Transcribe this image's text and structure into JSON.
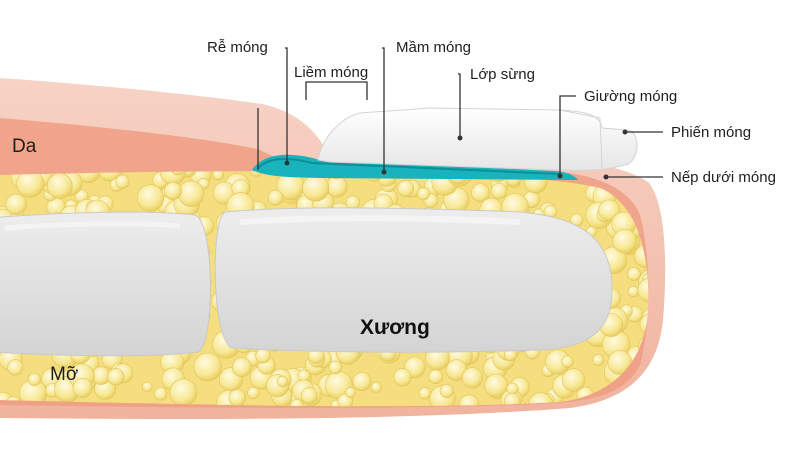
{
  "labels": {
    "da": "Da",
    "mo": "Mỡ",
    "xuong": "Xương",
    "re_mong": "Rễ móng",
    "liem_mong": "Liềm móng",
    "mam_mong": "Mầm móng",
    "lop_sung": "Lớp sừng",
    "giuong_mong": "Giường móng",
    "phien_mong": "Phiến móng",
    "nep_duoi_mong": "Nếp dưới móng"
  },
  "colors": {
    "skin_outer": "#f3c4b4",
    "skin_inner": "#ef9d83",
    "fat": "#f6e58e",
    "bone": "#dedede",
    "nail_plate": "#ffffff",
    "nail_matrix": "#19b3bd"
  }
}
